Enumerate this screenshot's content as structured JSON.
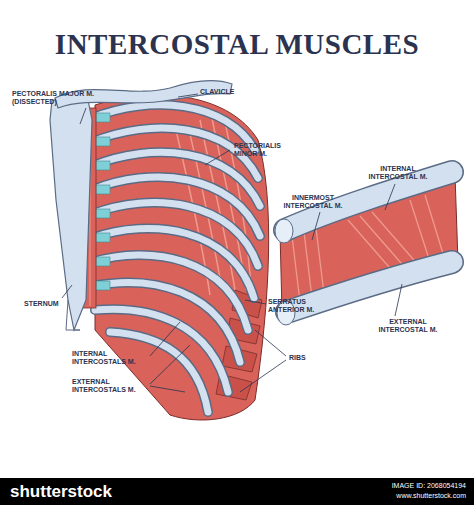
{
  "diagram": {
    "title": "INTERCOSTAL MUSCLES",
    "labels": [
      "CLAVICLE",
      "PECTORALIS MAJOR M. (DISSECTED)",
      "PECTORIALIS MINOR M.",
      "INTERNAL INTERCOSTAL M.",
      "INNERMOST INTERCOSTAL M.",
      "STERNUM",
      "SERRATUS ANTERIOR M.",
      "EXTERNAL INTERCOSTAL M.",
      "RIBS",
      "INTERNAL INTERCOSTALS M.",
      "EXTERNAL INTERCOSTALS M.",
      "shutterstock",
      "IMAGE ID: 2068054194",
      "www.shutterstock.com"
    ]
  }
}
